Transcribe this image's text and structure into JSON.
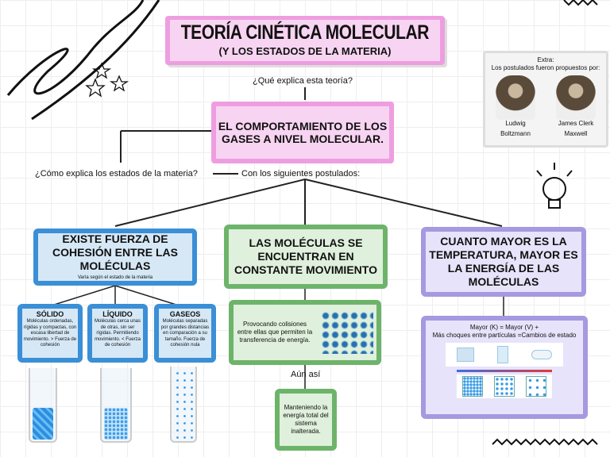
{
  "title": {
    "main": "TEORÍA CINÉTICA MOLECULAR",
    "sub": "(Y LOS ESTADOS DE LA MATERIA)"
  },
  "q1": "¿Qué explica esta teoría?",
  "answer1": "EL COMPORTAMIENTO DE LOS GASES A NIVEL MOLECULAR.",
  "q2": "¿Cómo explica los estados de la materia?",
  "q2_answer": "Con los siguientes postulados:",
  "extra": {
    "title": "Extra:",
    "subtitle": "Los postulados fueron propuestos por:",
    "people": [
      {
        "name": "Ludwig",
        "surname": "Boltzmann"
      },
      {
        "name": "James Clerk",
        "surname": "Maxwell"
      }
    ]
  },
  "postulates": [
    {
      "title": "EXISTE FUERZA DE COHESIÓN ENTRE LAS MOLÉCULAS",
      "note": "Varía según el estado de la materia",
      "color": "#3a8fd6"
    },
    {
      "title": "LAS MOLÉCULAS SE ENCUENTRAN EN CONSTANTE MOVIMIENTO",
      "color": "#6db46a"
    },
    {
      "title": "CUANTO MAYOR ES LA TEMPERATURA, MAYOR ES LA ENERGÍA DE LAS MOLÉCULAS",
      "color": "#a699e0"
    }
  ],
  "states": [
    {
      "title": "SÓLIDO",
      "text": "Moléculas ordenadas, rígidas y compactas, con escasa libertad de movimiento. > Fuerza de cohesión"
    },
    {
      "title": "LÍQUIDO",
      "text": "Moléculas cerca unas de otras, sin ser rígidas. Permitiendo movimiento. < Fuerza de cohesión"
    },
    {
      "title": "GASEOS",
      "text": "Moléculas separadas por grandes distancias en comparación a su tamaño. Fuerza de cohesión nula"
    }
  ],
  "movement": {
    "text": "Provocando colisiones entre ellas que permiten la transferencia de energía.",
    "connector": "Aún así",
    "result": "Manteniendo la energía total del sistema inalterada."
  },
  "temperature": {
    "line1": "Mayor (K) = Mayor (V) +",
    "line2": "Más choques entre partículas =Cambios de estado"
  }
}
